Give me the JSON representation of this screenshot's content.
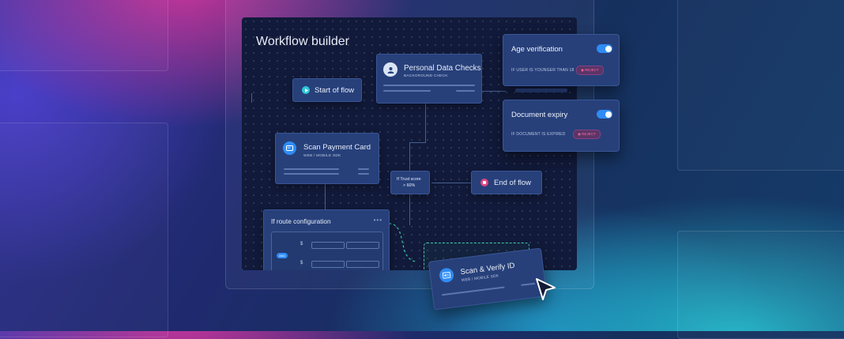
{
  "canvas": {
    "title": "Workflow builder"
  },
  "nodes": {
    "start": {
      "label": "Start of flow"
    },
    "personal": {
      "label": "Personal Data Checks",
      "sub": "BACKGROUND CHECK"
    },
    "scan_card": {
      "label": "Scan Payment Card",
      "sub": "WEB / MOBILE SDK"
    },
    "trust": {
      "line1": "If Trust score",
      "line2": "> 60%"
    },
    "end": {
      "label": "End of flow"
    },
    "route": {
      "label": "If route configuration",
      "and_label": "AND"
    },
    "scan_id": {
      "label": "Scan & Verify ID",
      "sub": "WEB / MOBILE SDK"
    }
  },
  "cards": {
    "age": {
      "title": "Age verification",
      "condition": "IF USER IS YOUNGER THAN 18",
      "action": "◉ REJECT"
    },
    "doc": {
      "title": "Document expiry",
      "condition": "IF DOCUMENT IS EXPIRED",
      "action": "◉ REJECT"
    }
  },
  "colors": {
    "accent": "#2f8cf5",
    "start": "#2ec6d8",
    "end": "#e0457f",
    "reject": "#ff6aa6"
  }
}
